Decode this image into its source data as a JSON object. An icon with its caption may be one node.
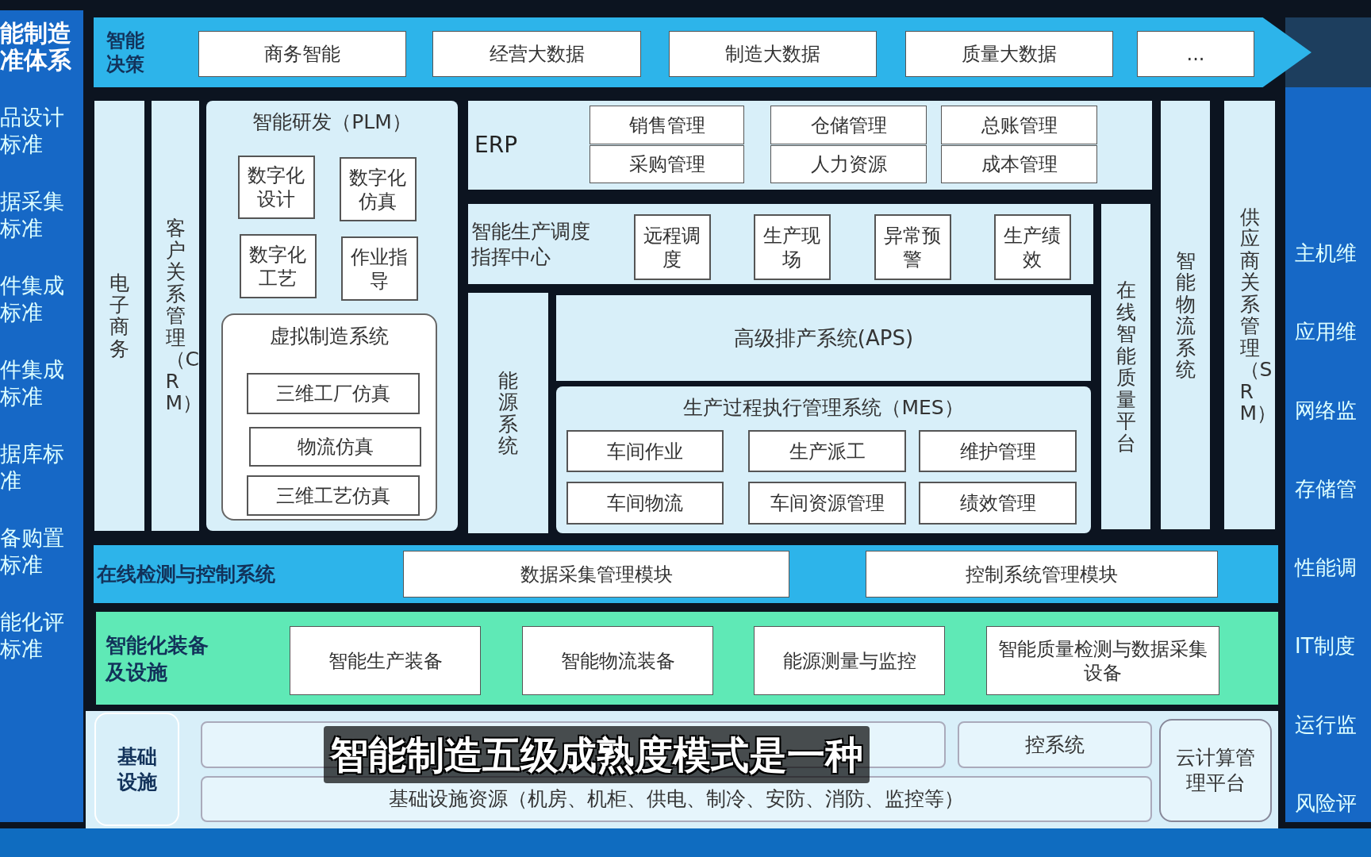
{
  "diagram": {
    "nodes": [
      {
        "text": [
          "能制造准体系",
          "品设计标准",
          "据采集标准",
          "件集成标准",
          "件集成标准",
          "据库标准",
          "备购置标准",
          "能化评标准"
        ]
      },
      {
        "text": [
          "智能决策"
        ]
      },
      {
        "text": [
          "商务智能"
        ],
        "in": 1
      },
      {
        "text": [
          "经营大数据"
        ],
        "in": 1
      },
      {
        "text": [
          "制造大数据"
        ],
        "in": 1
      },
      {
        "text": [
          "质量大数据"
        ],
        "in": 1
      },
      {
        "text": [
          "..."
        ],
        "in": 1
      },
      {
        "text": [
          "电子商务"
        ]
      },
      {
        "text": [
          "客户关系管理（CRM）"
        ]
      },
      {
        "text": [
          "智能研发（PLM）"
        ]
      },
      {
        "text": [
          "数字化设计"
        ],
        "in": 9
      },
      {
        "text": [
          "数字化仿真"
        ],
        "in": 9
      },
      {
        "text": [
          "数字化工艺"
        ],
        "in": 9
      },
      {
        "text": [
          "作业指导"
        ],
        "in": 9
      },
      {
        "text": [
          "虚拟制造系统"
        ],
        "in": 9
      },
      {
        "text": [
          "三维工厂仿真"
        ],
        "in": 14
      },
      {
        "text": [
          "物流仿真"
        ],
        "in": 14
      },
      {
        "text": [
          "三维工艺仿真"
        ],
        "in": 14
      },
      {
        "text": [
          "ERP"
        ]
      },
      {
        "text": [
          "销售管理"
        ],
        "in": 18
      },
      {
        "text": [
          "仓储管理"
        ],
        "in": 18
      },
      {
        "text": [
          "总账管理"
        ],
        "in": 18
      },
      {
        "text": [
          "采购管理"
        ],
        "in": 18
      },
      {
        "text": [
          "人力资源"
        ],
        "in": 18
      },
      {
        "text": [
          "成本管理"
        ],
        "in": 18
      },
      {
        "text": [
          "智能生产调度指挥中心"
        ]
      },
      {
        "text": [
          "远程调度"
        ],
        "in": 25
      },
      {
        "text": [
          "生产现场"
        ],
        "in": 25
      },
      {
        "text": [
          "异常预警"
        ],
        "in": 25
      },
      {
        "text": [
          "生产绩效"
        ],
        "in": 25
      },
      {
        "text": [
          "能源系统"
        ]
      },
      {
        "text": [
          "高级排产系统(APS)"
        ]
      },
      {
        "text": [
          "生产过程执行管理系统（MES）"
        ]
      },
      {
        "text": [
          "车间作业"
        ],
        "in": 32
      },
      {
        "text": [
          "生产派工"
        ],
        "in": 32
      },
      {
        "text": [
          "维护管理"
        ],
        "in": 32
      },
      {
        "text": [
          "车间物流"
        ],
        "in": 32
      },
      {
        "text": [
          "车间资源管理"
        ],
        "in": 32
      },
      {
        "text": [
          "绩效管理"
        ],
        "in": 32
      },
      {
        "text": [
          "在线智能质量平台"
        ]
      },
      {
        "text": [
          "智能物流系统"
        ]
      },
      {
        "text": [
          "供应商关系管理（SRM）"
        ]
      },
      {
        "text": [
          "在线检测与控制系统"
        ]
      },
      {
        "text": [
          "数据采集管理模块"
        ],
        "in": 42
      },
      {
        "text": [
          "控制系统管理模块"
        ],
        "in": 42
      },
      {
        "text": [
          "智能化装备及设施"
        ]
      },
      {
        "text": [
          "智能生产装备"
        ],
        "in": 45
      },
      {
        "text": [
          "智能物流装备"
        ],
        "in": 45
      },
      {
        "text": [
          "能源测量与监控"
        ],
        "in": 45
      },
      {
        "text": [
          "智能质量检测与数据采集设备"
        ],
        "in": 45
      },
      {
        "text": [],
        "shape": "box"
      },
      {
        "text": [
          "基础设施"
        ],
        "in": 50
      },
      {
        "text": [],
        "shape": "box",
        "in": 50
      },
      {
        "text": [
          "控系统"
        ],
        "in": 50
      },
      {
        "text": [
          "基础设施资源（机房、机柜、供电、制冷、安防、消防、监控等）"
        ],
        "in": 50
      },
      {
        "text": [
          "云计算管理平台"
        ],
        "in": 50
      },
      {
        "text": [
          "主机维",
          "应用维",
          "网络监",
          "存储管",
          "性能调",
          "IT制度",
          "运行监",
          "风险评"
        ]
      }
    ],
    "edges": [],
    "labels": [
      "智能制造五级成熟度模式是一种"
    ]
  }
}
